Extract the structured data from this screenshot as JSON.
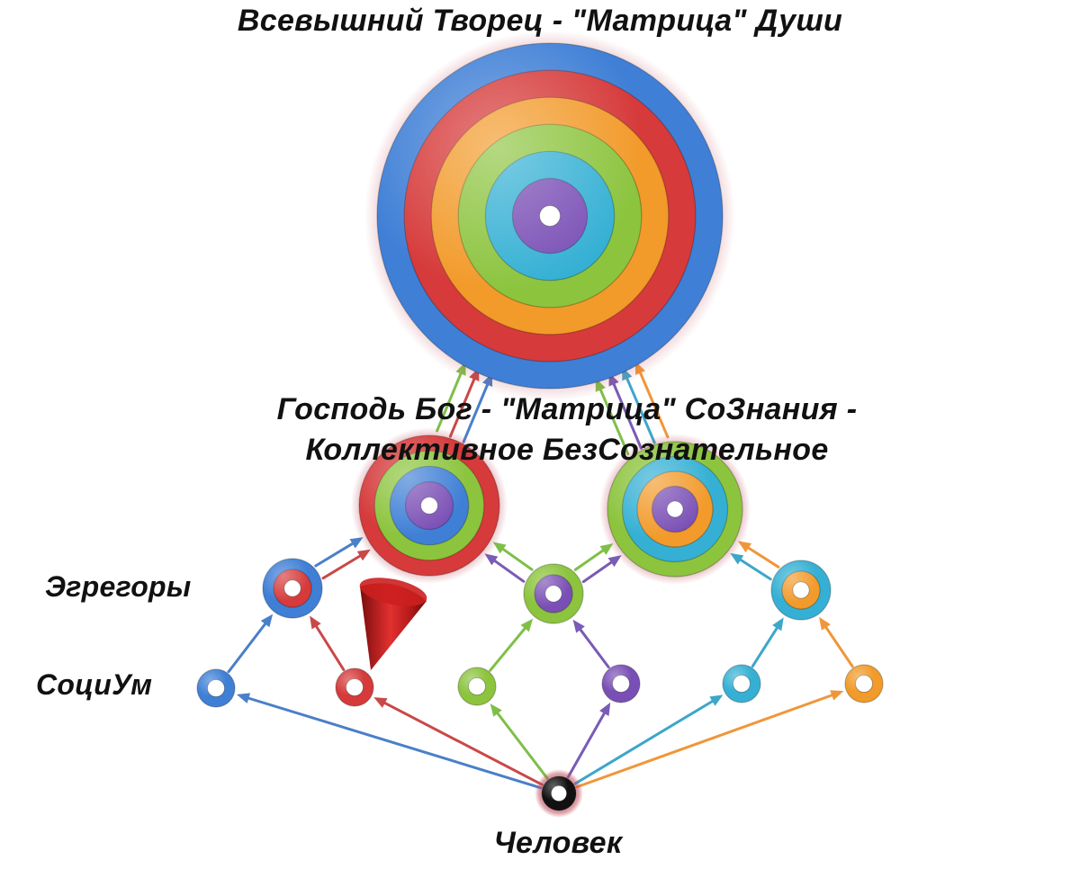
{
  "labels": {
    "top_title": "Всевышний Творец - \"Матрица\" Души",
    "middle_title_line1": "Господь Бог - \"Матрица\" СоЗнания -",
    "middle_title_line2": "Коллективное БезСознательное",
    "egregors": "Эгрегоры",
    "socium": "СоциУм",
    "human": "Человек"
  },
  "nodes": [
    {
      "id": "creator",
      "rings": [
        "#3f7fd6",
        "#d63a3a",
        "#f29a2a",
        "#8cc43e",
        "#35b0d4",
        "#7a4fb5"
      ]
    },
    {
      "id": "god-red",
      "rings": [
        "#d63a3a",
        "#8cc43e",
        "#3f7fd6",
        "#7a4fb5"
      ]
    },
    {
      "id": "god-green",
      "rings": [
        "#8cc43e",
        "#35b0d4",
        "#f29a2a",
        "#7a4fb5"
      ]
    },
    {
      "id": "egregor-blue",
      "rings": [
        "#3f7fd6",
        "#d63a3a"
      ]
    },
    {
      "id": "egregor-green",
      "rings": [
        "#8cc43e",
        "#7a4fb5"
      ]
    },
    {
      "id": "egregor-cyan",
      "rings": [
        "#35b0d4",
        "#f29a2a"
      ]
    },
    {
      "id": "socium-blue",
      "rings": [
        "#3f7fd6"
      ]
    },
    {
      "id": "socium-red",
      "rings": [
        "#d63a3a"
      ]
    },
    {
      "id": "socium-green",
      "rings": [
        "#8cc43e"
      ]
    },
    {
      "id": "socium-purple",
      "rings": [
        "#7a4fb5"
      ]
    },
    {
      "id": "socium-cyan",
      "rings": [
        "#35b0d4"
      ]
    },
    {
      "id": "socium-orange",
      "rings": [
        "#f29a2a"
      ]
    },
    {
      "id": "human",
      "rings": [
        "#111111"
      ]
    }
  ],
  "edges": [
    {
      "from": "human",
      "to": "socium-blue",
      "color": "#4a7fc9"
    },
    {
      "from": "human",
      "to": "socium-red",
      "color": "#c94848"
    },
    {
      "from": "human",
      "to": "socium-green",
      "color": "#7fbf48"
    },
    {
      "from": "human",
      "to": "socium-purple",
      "color": "#7a5bb5"
    },
    {
      "from": "human",
      "to": "socium-cyan",
      "color": "#3ea6c9"
    },
    {
      "from": "human",
      "to": "socium-orange",
      "color": "#f0963a"
    },
    {
      "from": "socium-blue",
      "to": "egregor-blue",
      "color": "#4a7fc9"
    },
    {
      "from": "socium-red",
      "to": "egregor-blue",
      "color": "#c94848"
    },
    {
      "from": "socium-green",
      "to": "egregor-green",
      "color": "#7fbf48"
    },
    {
      "from": "socium-purple",
      "to": "egregor-green",
      "color": "#7a5bb5"
    },
    {
      "from": "socium-cyan",
      "to": "egregor-cyan",
      "color": "#3ea6c9"
    },
    {
      "from": "socium-orange",
      "to": "egregor-cyan",
      "color": "#f0963a"
    },
    {
      "from": "egregor-blue",
      "to": "god-red",
      "color": "#4a7fc9"
    },
    {
      "from": "egregor-blue",
      "to": "god-red",
      "color": "#c94848",
      "offset": 1
    },
    {
      "from": "egregor-green",
      "to": "god-red",
      "color": "#7a5bb5"
    },
    {
      "from": "egregor-green",
      "to": "god-red",
      "color": "#7fbf48",
      "offset": 1
    },
    {
      "from": "egregor-green",
      "to": "god-green",
      "color": "#7fbf48"
    },
    {
      "from": "egregor-green",
      "to": "god-green",
      "color": "#7a5bb5",
      "offset": 1
    },
    {
      "from": "egregor-cyan",
      "to": "god-green",
      "color": "#3ea6c9"
    },
    {
      "from": "egregor-cyan",
      "to": "god-green",
      "color": "#f0963a",
      "offset": 1
    },
    {
      "from": "god-red",
      "to": "creator",
      "color": "#7fbf48"
    },
    {
      "from": "god-red",
      "to": "creator",
      "color": "#c94848",
      "offset": 1
    },
    {
      "from": "god-red",
      "to": "creator",
      "color": "#4a7fc9",
      "offset": 2
    },
    {
      "from": "god-green",
      "to": "creator",
      "color": "#7fbf48"
    },
    {
      "from": "god-green",
      "to": "creator",
      "color": "#7a5bb5",
      "offset": 1
    },
    {
      "from": "god-green",
      "to": "creator",
      "color": "#3ea6c9",
      "offset": 2
    },
    {
      "from": "god-green",
      "to": "creator",
      "color": "#f0963a",
      "offset": 3
    }
  ],
  "cone_color": "#cc1f1f"
}
